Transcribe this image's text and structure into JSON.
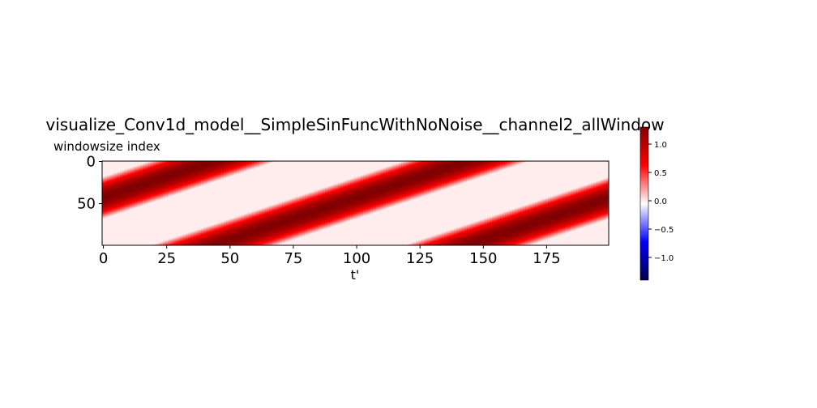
{
  "chart_data": {
    "type": "heatmap",
    "title": "visualize_Conv1d_model__SimpleSinFuncWithNoNoise__channel2_allWindow",
    "xlabel": "t'",
    "ylabel": "windowsize index",
    "x_range": [
      0,
      199
    ],
    "y_range": [
      0,
      99
    ],
    "x_ticks": [
      0,
      25,
      50,
      75,
      100,
      125,
      150,
      175
    ],
    "y_ticks": [
      0,
      50
    ],
    "x_tick_labels": [
      "0",
      "25",
      "50",
      "75",
      "100",
      "125",
      "150",
      "175"
    ],
    "y_tick_labels": [
      "0",
      "50"
    ],
    "colormap": "seismic",
    "color_range": [
      -1.4,
      1.3
    ],
    "colorbar_ticks": [
      1.0,
      0.5,
      0.0,
      -0.5,
      -1.0
    ],
    "colorbar_tick_labels": [
      "1.0",
      "0.5",
      "0.0",
      "−0.5",
      "−1.0"
    ],
    "pattern": {
      "description": "diagonal bands: value = max(0, 1.3*sin(2*pi*(t + window)/100 + phase)) — positive half of a sine along (t + window index), period 100",
      "period": 100,
      "amplitude": 1.3,
      "phase_offset_samples": 82
    }
  }
}
